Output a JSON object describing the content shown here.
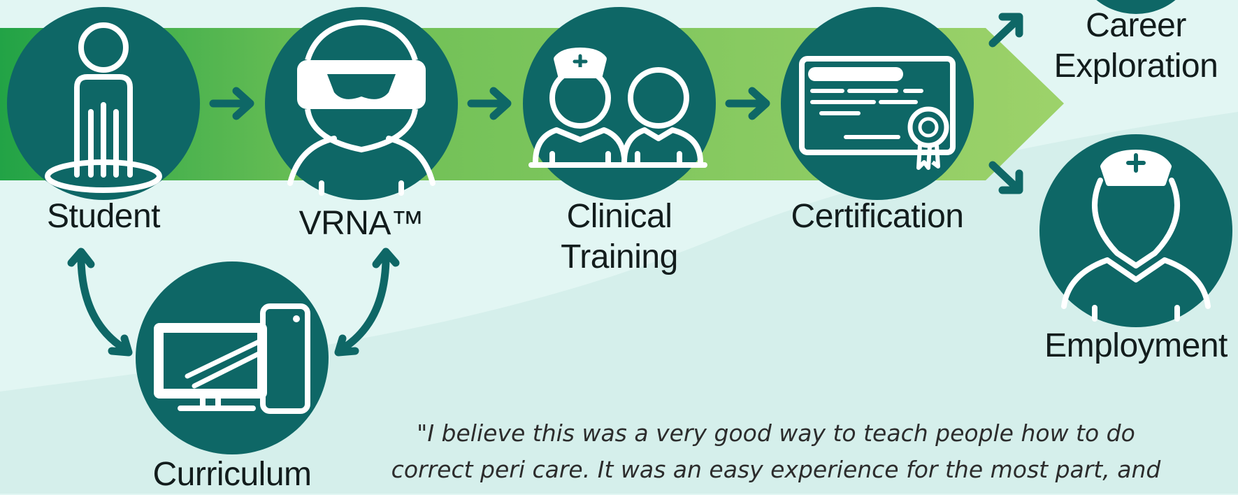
{
  "colors": {
    "background": "#e2f6f3",
    "band_dark": "#22a346",
    "band_light": "#9dd26a",
    "node_fill": "#0e6766",
    "icon_stroke": "#ffffff",
    "label_text": "#121c1c"
  },
  "nodes": {
    "student": {
      "label": "Student",
      "icon": "person-on-platform-icon"
    },
    "vrna": {
      "label": "VRNA™",
      "icon": "vr-headset-person-icon"
    },
    "clinical_training": {
      "label_line1": "Clinical",
      "label_line2": "Training",
      "icon": "nurses-icon"
    },
    "certification": {
      "label": "Certification",
      "icon": "certificate-icon"
    },
    "career_exploration": {
      "label_line1": "Career",
      "label_line2": "Exploration"
    },
    "employment": {
      "label": "Employment",
      "icon": "nurse-icon"
    },
    "curriculum": {
      "label": "Curriculum",
      "icon": "desktop-computer-icon"
    }
  },
  "quote": {
    "line1": "\"I believe this was a very good way to teach people how to do",
    "line2": "correct peri care. It was an easy experience for the most part, and"
  }
}
